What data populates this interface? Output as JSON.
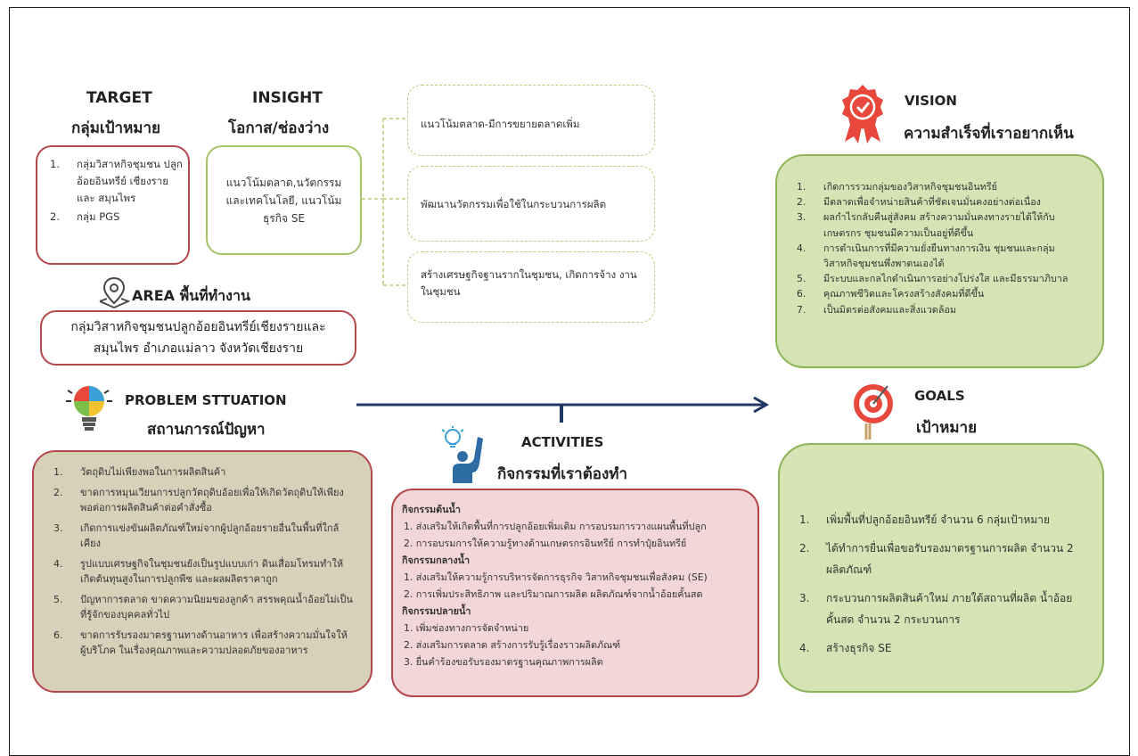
{
  "target": {
    "title_en": "TARGET",
    "title_th": "กลุ่มเป้าหมาย",
    "items": [
      {
        "num": "1.",
        "text": "กลุ่มวิสาหกิจชุมชน ปลูกอ้อยอินทรีย์ เชียงรายและ สมุนไพร"
      },
      {
        "num": "2.",
        "text": "กลุ่ม PGS"
      }
    ]
  },
  "insight": {
    "title_en": "INSIGHT",
    "title_th": "โอกาส/ช่องว่าง",
    "text": "แนวโน้มตลาด,นวัตกรรม และเทคโนโลยี, แนวโน้ม ธุรกิจ SE",
    "opportunities": [
      "แนวโน้มตลาด-มีการขยายตลาดเพิ่ม",
      "พัฒนานวัตกรรมเพื่อใช้ในกระบวนการผลิต",
      "สร้างเศรษฐกิจฐานรากในชุมชน, เกิดการจ้าง งานในชุมชน"
    ]
  },
  "area": {
    "title": "AREA พื้นที่ทำงาน",
    "text": "กลุ่มวิสาหกิจชุมชนปลูกอ้อยอินทรีย์เชียงรายและ สมุนไพร อำเภอแม่ลาว จังหวัดเชียงราย"
  },
  "problem": {
    "title_en": "PROBLEM STTUATION",
    "title_th": "สถานการณ์ปัญหา",
    "items": [
      {
        "num": "1.",
        "text": "วัตถุดิบไม่เพียงพอในการผลิตสินค้า"
      },
      {
        "num": "2.",
        "text": "ขาดการหมุนเวียนการปลูกวัตถุดิบอ้อยเพื่อให้เกิดวัตถุดิบให้เพียงพอต่อการผลิตสินค้าต่อคำสั่งซื้อ"
      },
      {
        "num": "3.",
        "text": "เกิดการแข่งขันผลิตภัณฑ์ใหม่จากผู้ปลูกอ้อยรายอื่นในพื้นที่ใกล้เคียง"
      },
      {
        "num": "4.",
        "text": "รูปแบบเศรษฐกิจในชุมชนยังเป็นรูปแบบเก่า ดินเสื่อมโทรมทำให้เกิดต้นทุนสูงในการปลูกพืช และผลผลิตราคาถูก"
      },
      {
        "num": "5.",
        "text": "ปัญหาการตลาด ขาดความนิยมของลูกค้า สรรพคุณน้ำอ้อยไม่เป็นที่รู้จักของบุคคลทั่วไป"
      },
      {
        "num": "6.",
        "text": "ขาดการรับรองมาตรฐานทางด้านอาหาร เพื่อสร้างความมั่นใจให้ผู้บริโภค ในเรื่องคุณภาพและความปลอดภัยของอาหาร"
      }
    ]
  },
  "activities": {
    "title_en": "ACTIVITIES",
    "title_th": "กิจกรรมที่เราต้องทำ",
    "groups": [
      {
        "heading": "กิจกรรมต้นน้ำ",
        "items": [
          "1. ส่งเสริมให้เกิดพื้นที่การปลูกอ้อยเพิ่มเติม การอบรมการวางแผนพื้นที่ปลูก",
          "2. การอบรมการให้ความรู้ทางด้านเกษตรกรอินทรีย์ การทำปุ๋ยอินทรีย์"
        ]
      },
      {
        "heading": "กิจกรรมกลางน้ำ",
        "items": [
          "1. ส่งเสริมให้ความรู้การบริหารจัดการธุรกิจ วิสาหกิจชุมชนเพื่อสังคม (SE)",
          "2. การเพิ่มประสิทธิภาพ และปริมาณการผลิต ผลิตภัณฑ์จากน้ำอ้อยคั้นสด"
        ]
      },
      {
        "heading": "กิจกรรมปลายน้ำ",
        "items": [
          "1. เพิ่มช่องทางการจัดจำหน่าย",
          "2. ส่งเสริมการตลาด สร้างการรับรู้เรื่องราวผลิตภัณฑ์",
          "3. ยื่นคำร้องขอรับรองมาตรฐานคุณภาพการผลิต"
        ]
      }
    ]
  },
  "vision": {
    "title_en": "VISION",
    "title_th": "ความสำเร็จที่เราอยากเห็น",
    "items": [
      {
        "num": "1.",
        "text": "เกิดการรวมกลุ่มของวิสาหกิจชุมชนอินทรีย์"
      },
      {
        "num": "2.",
        "text": "มีตลาดเพื่อจำหน่ายสินค้าที่ชัดเจนมั่นคงอย่างต่อเนื่อง"
      },
      {
        "num": "3.",
        "text": "ผลกำไรกลับคืนสู่สังคม สร้างความมั่นคงทางรายได้ให้กับเกษตรกร ชุมชนมีความเป็นอยู่ที่ดีขึ้น"
      },
      {
        "num": "4.",
        "text": "การดำเนินการที่มีความยั่งยืนทางการเงิน ชุมชนและกลุ่มวิสาหกิจชุมชนพึ่งพาตนเองได้"
      },
      {
        "num": "5.",
        "text": "มีระบบและกลไกดำเนินการอย่างโปร่งใส และมีธรรมาภิบาล"
      },
      {
        "num": "6.",
        "text": "คุณภาพชีวิตและโครงสร้างสังคมที่ดีขึ้น"
      },
      {
        "num": "7.",
        "text": "เป็นมิตรต่อสังคมและสิ่งแวดล้อม"
      }
    ]
  },
  "goals": {
    "title_en": "GOALS",
    "title_th": "เป้าหมาย",
    "items": [
      {
        "num": "1.",
        "text": "เพิ่มพื้นที่ปลูกอ้อยอินทรีย์ จำนวน 6 กลุ่มเป้าหมาย"
      },
      {
        "num": "2.",
        "text": "ได้ทำการยื่นเพื่อขอรับรองมาตรฐานการผลิต จำนวน 2 ผลิตภัณฑ์"
      },
      {
        "num": "3.",
        "text": "กระบวนการผลิตสินค้าใหม่ ภายใต้สถานที่ผลิต น้ำอ้อยคั้นสด จำนวน 2 กระบวนการ"
      },
      {
        "num": "4.",
        "text": "สร้างธุรกิจ SE"
      }
    ]
  },
  "colors": {
    "red_border": "#b4474c",
    "green_border": "#8bb556",
    "green_fill": "#d6e3b4",
    "problem_fill": "#d8d1b9",
    "activity_fill": "#f3d7d8",
    "arrow": "#1f3864"
  }
}
